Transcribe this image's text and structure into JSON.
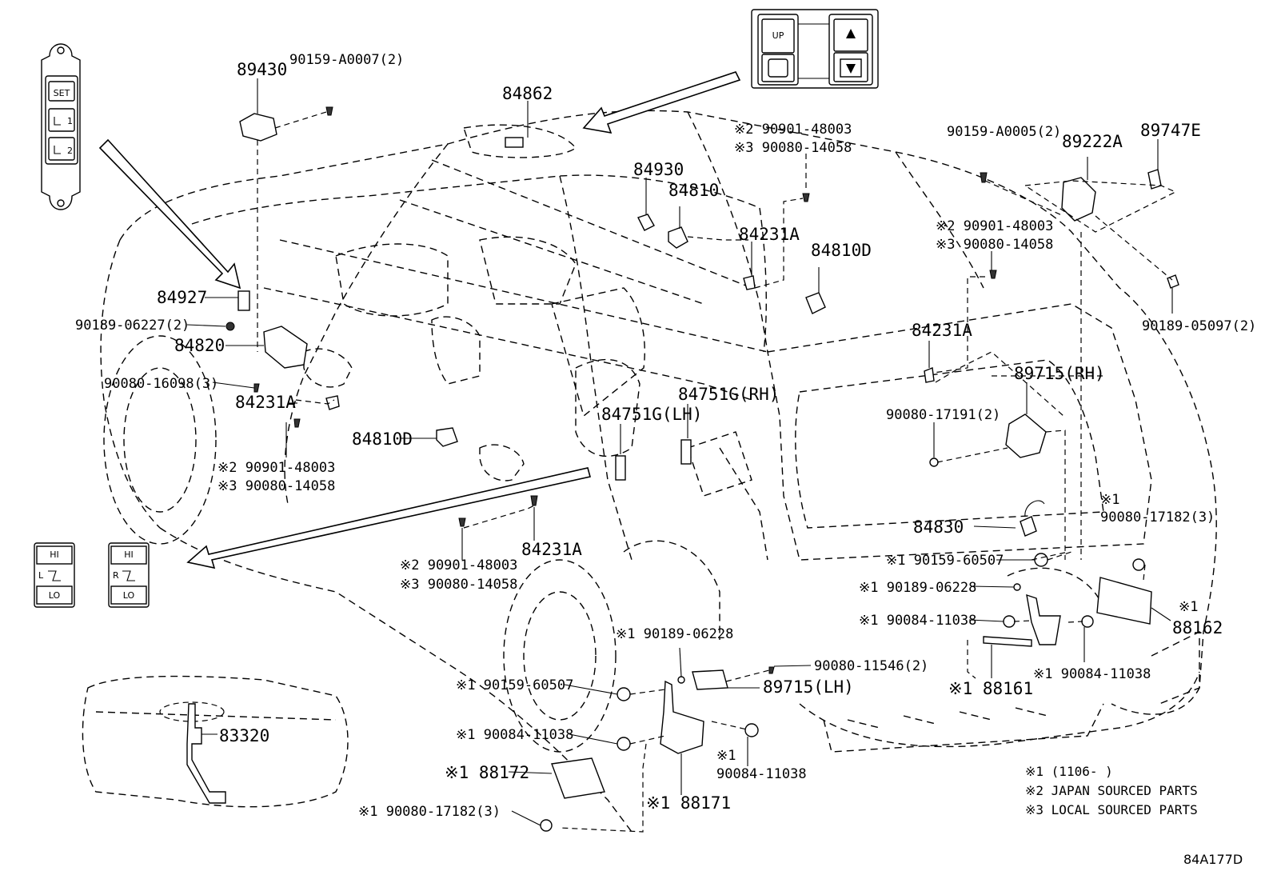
{
  "labels": {
    "p89430": "89430",
    "p90159_A0007": "90159-A0007(2)",
    "p84862": "84862",
    "p84927": "84927",
    "p90189_06227": "90189-06227(2)",
    "p84820": "84820",
    "p90080_16098": "90080-16098(3)",
    "p84231A_1": "84231A",
    "p84810D_1": "84810D",
    "jp_1": "※2 90901-48003",
    "lo_1": "※3 90080-14058",
    "jp_2": "※2 90901-48003",
    "lo_2": "※3 90080-14058",
    "p84930": "84930",
    "p84810": "84810",
    "p84231A_2": "84231A",
    "p84810D_2": "84810D",
    "p90159_A0005": "90159-A0005(2)",
    "p89222A": "89222A",
    "p89747E": "89747E",
    "jp_3": "※2 90901-48003",
    "lo_3": "※3 90080-14058",
    "p90189_05097": "90189-05097(2)",
    "p84231A_3": "84231A",
    "p89715RH": "89715(RH)",
    "p90080_17191": "90080-17191(2)",
    "p84751G_RH": "84751G(RH)",
    "p84751G_LH": "84751G(LH)",
    "jp_4": "※2 90901-48003",
    "lo_4": "※3 90080-14058",
    "p84231A_4": "84231A",
    "p84830": "84830",
    "m1_a": "※1",
    "p90080_17182_r": "90080-17182(3)",
    "p90159_60507_r": "※1 90159-60507",
    "p90189_06228_r": "※1 90189-06228",
    "p90084_11038_r": "※1 90084-11038",
    "m1_b": "※1",
    "p88162": "88162",
    "p90080_11546": "90080-11546(2)",
    "p89715LH": "89715(LH)",
    "p88161": "※1 88161",
    "p90084_11038_r2": "※1 90084-11038",
    "p90189_06228_l": "※1 90189-06228",
    "p90159_60507_l": "※1 90159-60507",
    "p90084_11038_l": "※1 90084-11038",
    "m1_c": "※1",
    "p90084_11038_c": "90084-11038",
    "p88172": "※1 88172",
    "p90080_17182_l": "※1 90080-17182(3)",
    "p88171": "※1 88171",
    "p83320": "83320"
  },
  "switches": {
    "memory": {
      "set": "SET",
      "m1": "1",
      "m2": "2"
    },
    "sunroof": {
      "up": "UP"
    },
    "heater_l": {
      "hi": "HI",
      "side": "L",
      "lo": "LO"
    },
    "heater_r": {
      "hi": "HI",
      "side": "R",
      "lo": "LO"
    }
  },
  "legend": {
    "n1": "※1 (1106-      )",
    "n2": "※2 JAPAN SOURCED PARTS",
    "n3": "※3 LOCAL SOURCED PARTS"
  },
  "figure_code": "84A177D"
}
